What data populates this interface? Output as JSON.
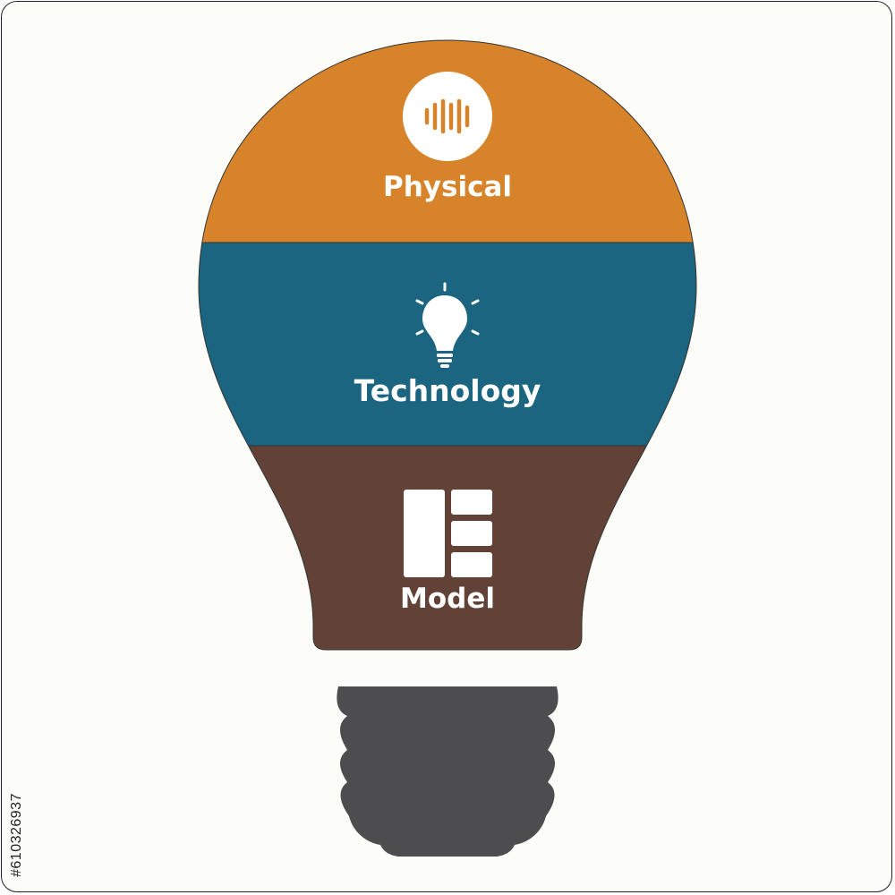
{
  "colors": {
    "physical": "#d6832a",
    "technology": "#1b6580",
    "model": "#624236",
    "base": "#4d4d4f",
    "text": "#ffffff"
  },
  "sections": [
    {
      "label": "Physical",
      "icon": "sound-wave-icon"
    },
    {
      "label": "Technology",
      "icon": "lightbulb-icon"
    },
    {
      "label": "Model",
      "icon": "layout-grid-icon"
    }
  ],
  "stock_id": "#610326937"
}
